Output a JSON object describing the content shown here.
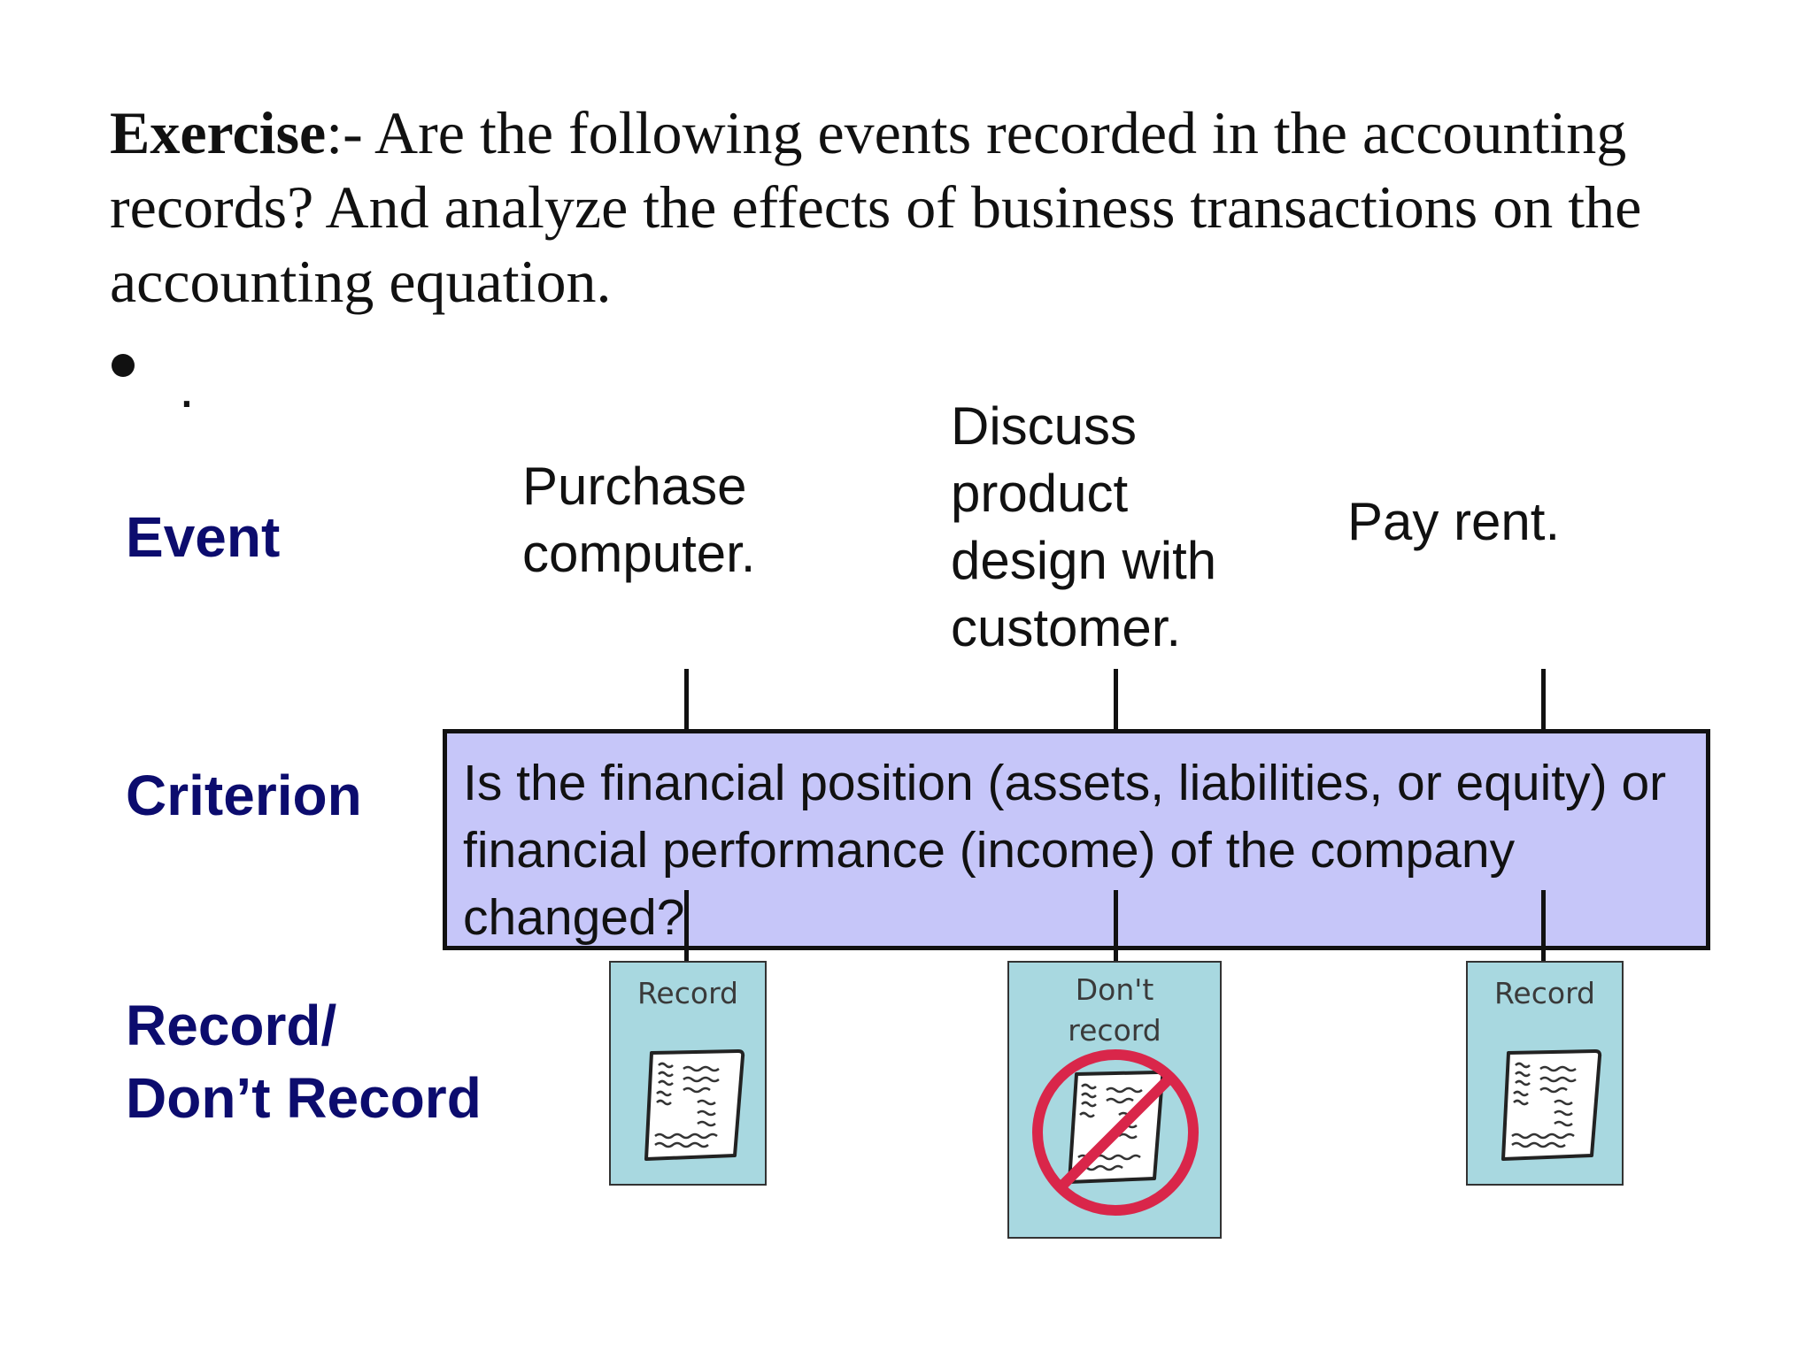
{
  "heading": {
    "bold_prefix": "Exercise",
    "rest": ":- Are the following events recorded in the accounting records? And analyze the effects of business transactions on the accounting equation."
  },
  "bullet": {
    "text": "."
  },
  "row_labels": {
    "event": "Event",
    "criterion": "Criterion",
    "record_line1": "Record/",
    "record_line2": "Don’t Record"
  },
  "events": [
    {
      "text": "Purchase computer."
    },
    {
      "text": "Discuss product design with customer."
    },
    {
      "text": "Pay rent."
    }
  ],
  "criterion": {
    "text": "Is the financial position (assets, liabilities, or equity) or financial performance (income) of the company changed?"
  },
  "decisions": [
    {
      "label": "Record",
      "icon": "document-icon"
    },
    {
      "label_line1": "Don't",
      "label_line2": "record",
      "icon": "no-document-icon"
    },
    {
      "label": "Record",
      "icon": "document-icon"
    }
  ],
  "colors": {
    "label_navy": "#0c0c6e",
    "criterion_fill": "#c6c6f9",
    "card_fill": "#a8d8e0",
    "prohibit_red": "#d9264a"
  }
}
